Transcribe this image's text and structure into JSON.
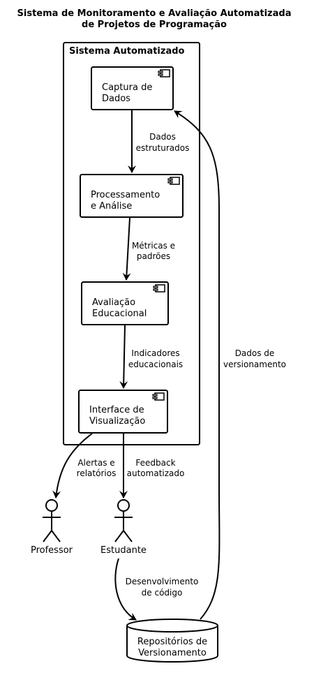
{
  "title": {
    "line1": "Sistema de Monitoramento e Avaliação Automatizada",
    "line2": "de Projetos de Programação"
  },
  "package": {
    "title": "Sistema Automatizado"
  },
  "components": {
    "captura": {
      "line1": "Captura de",
      "line2": "Dados"
    },
    "processamento": {
      "line1": "Processamento",
      "line2": "e Análise"
    },
    "avaliacao": {
      "line1": "Avaliação",
      "line2": "Educacional"
    },
    "interface": {
      "line1": "Interface de",
      "line2": "Visualização"
    }
  },
  "actors": {
    "professor": "Professor",
    "estudante": "Estudante"
  },
  "database": {
    "line1": "Repositórios de",
    "line2": "Versionamento"
  },
  "edges": {
    "dados_estruturados": {
      "line1": "Dados",
      "line2": "estruturados"
    },
    "metricas": {
      "line1": "Métricas e",
      "line2": "padrões"
    },
    "indicadores": {
      "line1": "Indicadores",
      "line2": "educacionais"
    },
    "alertas": {
      "line1": "Alertas e",
      "line2": "relatórios"
    },
    "feedback": {
      "line1": "Feedback",
      "line2": "automatizado"
    },
    "desenvolvimento": {
      "line1": "Desenvolvimento",
      "line2": "de código"
    },
    "versionamento": {
      "line1": "Dados de",
      "line2": "versionamento"
    }
  }
}
